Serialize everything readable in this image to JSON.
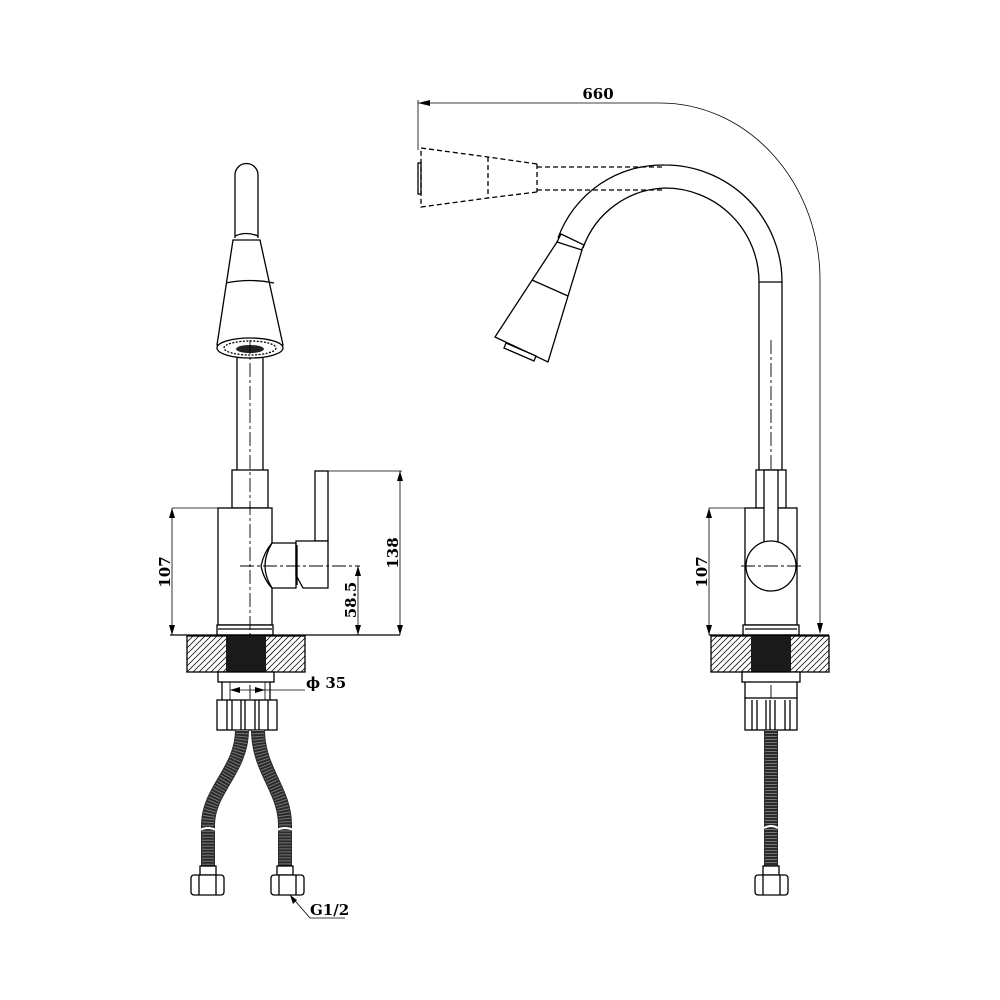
{
  "drawing": {
    "colors": {
      "line": "#000000",
      "hose": "#2a2a2a",
      "background": "#ffffff"
    },
    "front_view": {
      "dim_body_height": "107",
      "dim_total_height": "138",
      "dim_handle_axis": "58.5",
      "dim_shank_diameter": "ϕ 35",
      "dim_connection": "G1/2"
    },
    "side_view": {
      "dim_reach": "660",
      "dim_body_height": "107"
    }
  }
}
